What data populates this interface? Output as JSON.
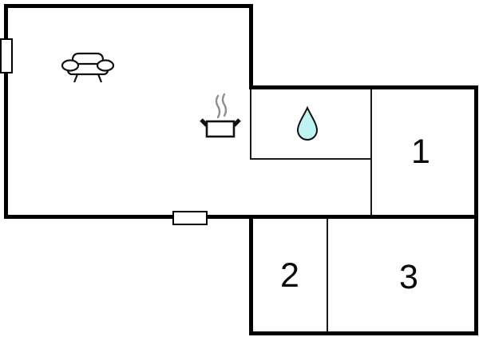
{
  "floorplan": {
    "rooms": {
      "room1": {
        "label": "1"
      },
      "room2": {
        "label": "2"
      },
      "room3": {
        "label": "3"
      }
    },
    "icons": {
      "living_area": "sofa-icon",
      "kitchen": "steaming-pot-icon",
      "bathroom": "water-drop-icon",
      "openings": [
        "window-symbol-left",
        "window-symbol-bottom"
      ]
    },
    "colors": {
      "background": "#ffffff",
      "walls": "#000000",
      "water_drop_fill": "#bff3f1",
      "steam_gray": "#8f8f8f"
    }
  }
}
